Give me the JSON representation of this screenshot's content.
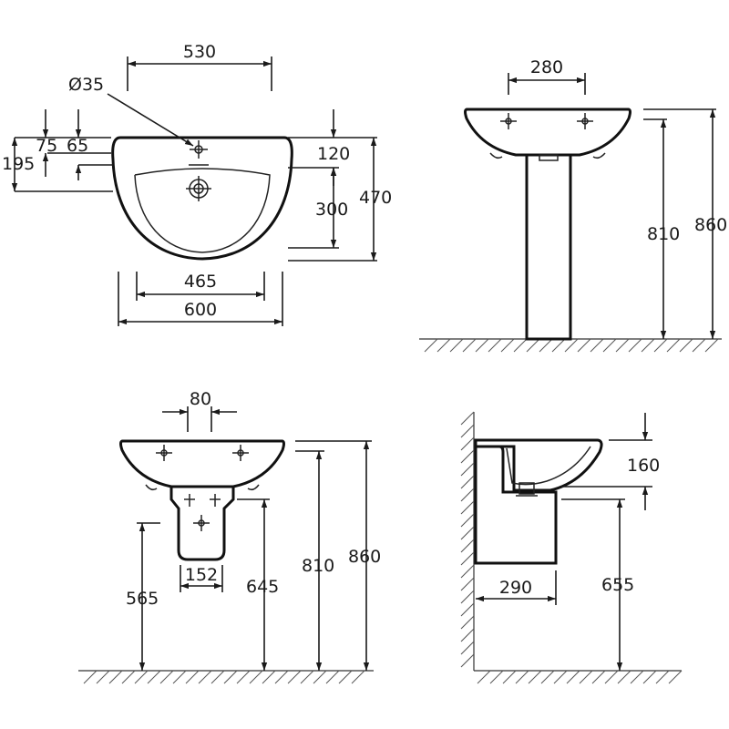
{
  "dimensions": {
    "top_width_530": "530",
    "hole_dia": "Ø35",
    "top_75": "75",
    "top_65": "65",
    "top_195": "195",
    "top_120": "120",
    "top_300": "300",
    "top_470": "470",
    "top_465": "465",
    "top_600": "600",
    "ped_280": "280",
    "ped_810": "810",
    "ped_860": "860",
    "semi_80": "80",
    "semi_152": "152",
    "semi_565": "565",
    "semi_645": "645",
    "semi_810": "810",
    "semi_860": "860",
    "side_160": "160",
    "side_290": "290",
    "side_655": "655"
  }
}
